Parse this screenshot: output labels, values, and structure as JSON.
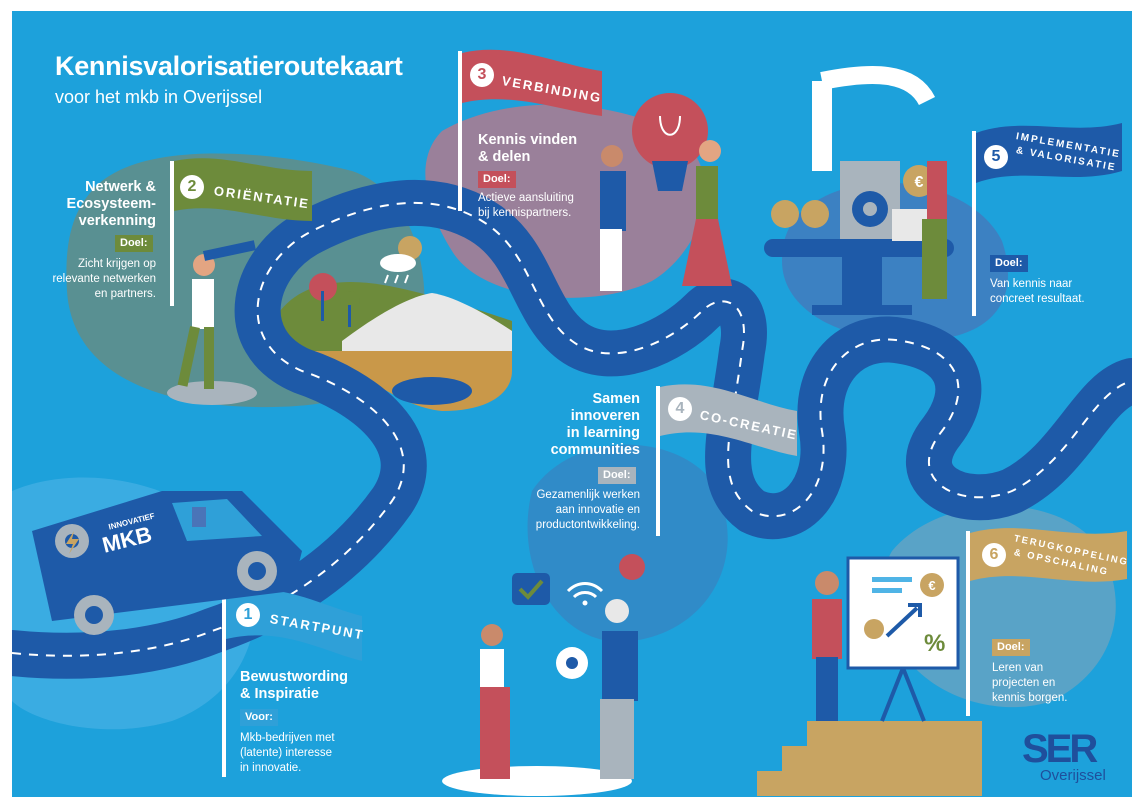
{
  "header": {
    "title": "Kennisvalorisatieroutekaart",
    "subtitle": "voor het mkb in Overijssel"
  },
  "colors": {
    "background": "#1da1db",
    "road": "#1e5aa8",
    "green": "#6d8b3b",
    "red": "#c4505b",
    "grey": "#a9b4bd",
    "gold": "#c8a462",
    "navy": "#1f4f9c"
  },
  "steps": [
    {
      "number": "1",
      "flag_label": "STARTPUNT",
      "heading": "Bewustwording & Inspiratie",
      "tag": "Voor:",
      "description": [
        "Mkb-bedrijven met",
        "(latente) interesse",
        "in innovatie."
      ]
    },
    {
      "number": "2",
      "flag_label": "ORIËNTATIE",
      "heading": [
        "Netwerk &",
        "Ecosysteem-",
        "verkenning"
      ],
      "tag": "Doel:",
      "description": [
        "Zicht krijgen op",
        "relevante netwerken",
        "en partners."
      ]
    },
    {
      "number": "3",
      "flag_label": "VERBINDING",
      "heading": [
        "Kennis vinden",
        "& delen"
      ],
      "tag": "Doel:",
      "description": [
        "Actieve aansluiting",
        "bij kennispartners."
      ]
    },
    {
      "number": "4",
      "flag_label": "CO-CREATIE",
      "heading": [
        "Samen",
        "innoveren",
        "in learning",
        "communities"
      ],
      "tag": "Doel:",
      "description": [
        "Gezamenlijk werken",
        "aan innovatie en",
        "productontwikkeling."
      ]
    },
    {
      "number": "5",
      "flag_label": [
        "IMPLEMENTATIE",
        "& VALORISATIE"
      ],
      "tag": "Doel:",
      "description": [
        "Van kennis naar",
        "concreet resultaat."
      ]
    },
    {
      "number": "6",
      "flag_label": [
        "TERUGKOPPELING",
        "& OPSCHALING"
      ],
      "tag": "Doel:",
      "description": [
        "Leren van",
        "projecten en",
        "kennis borgen."
      ]
    }
  ],
  "van": {
    "line1": "INNOVATIEF",
    "line2": "MKB"
  },
  "logo": {
    "name": "SER",
    "region": "Overijssel"
  },
  "icons": [
    "gear-icon",
    "lightning-icon",
    "lightbulb-icon",
    "checkmark-icon",
    "wifi-icon",
    "euro-coin-icon",
    "percent-icon",
    "growth-arrow-icon",
    "cloud-rain-icon",
    "sun-icon"
  ]
}
